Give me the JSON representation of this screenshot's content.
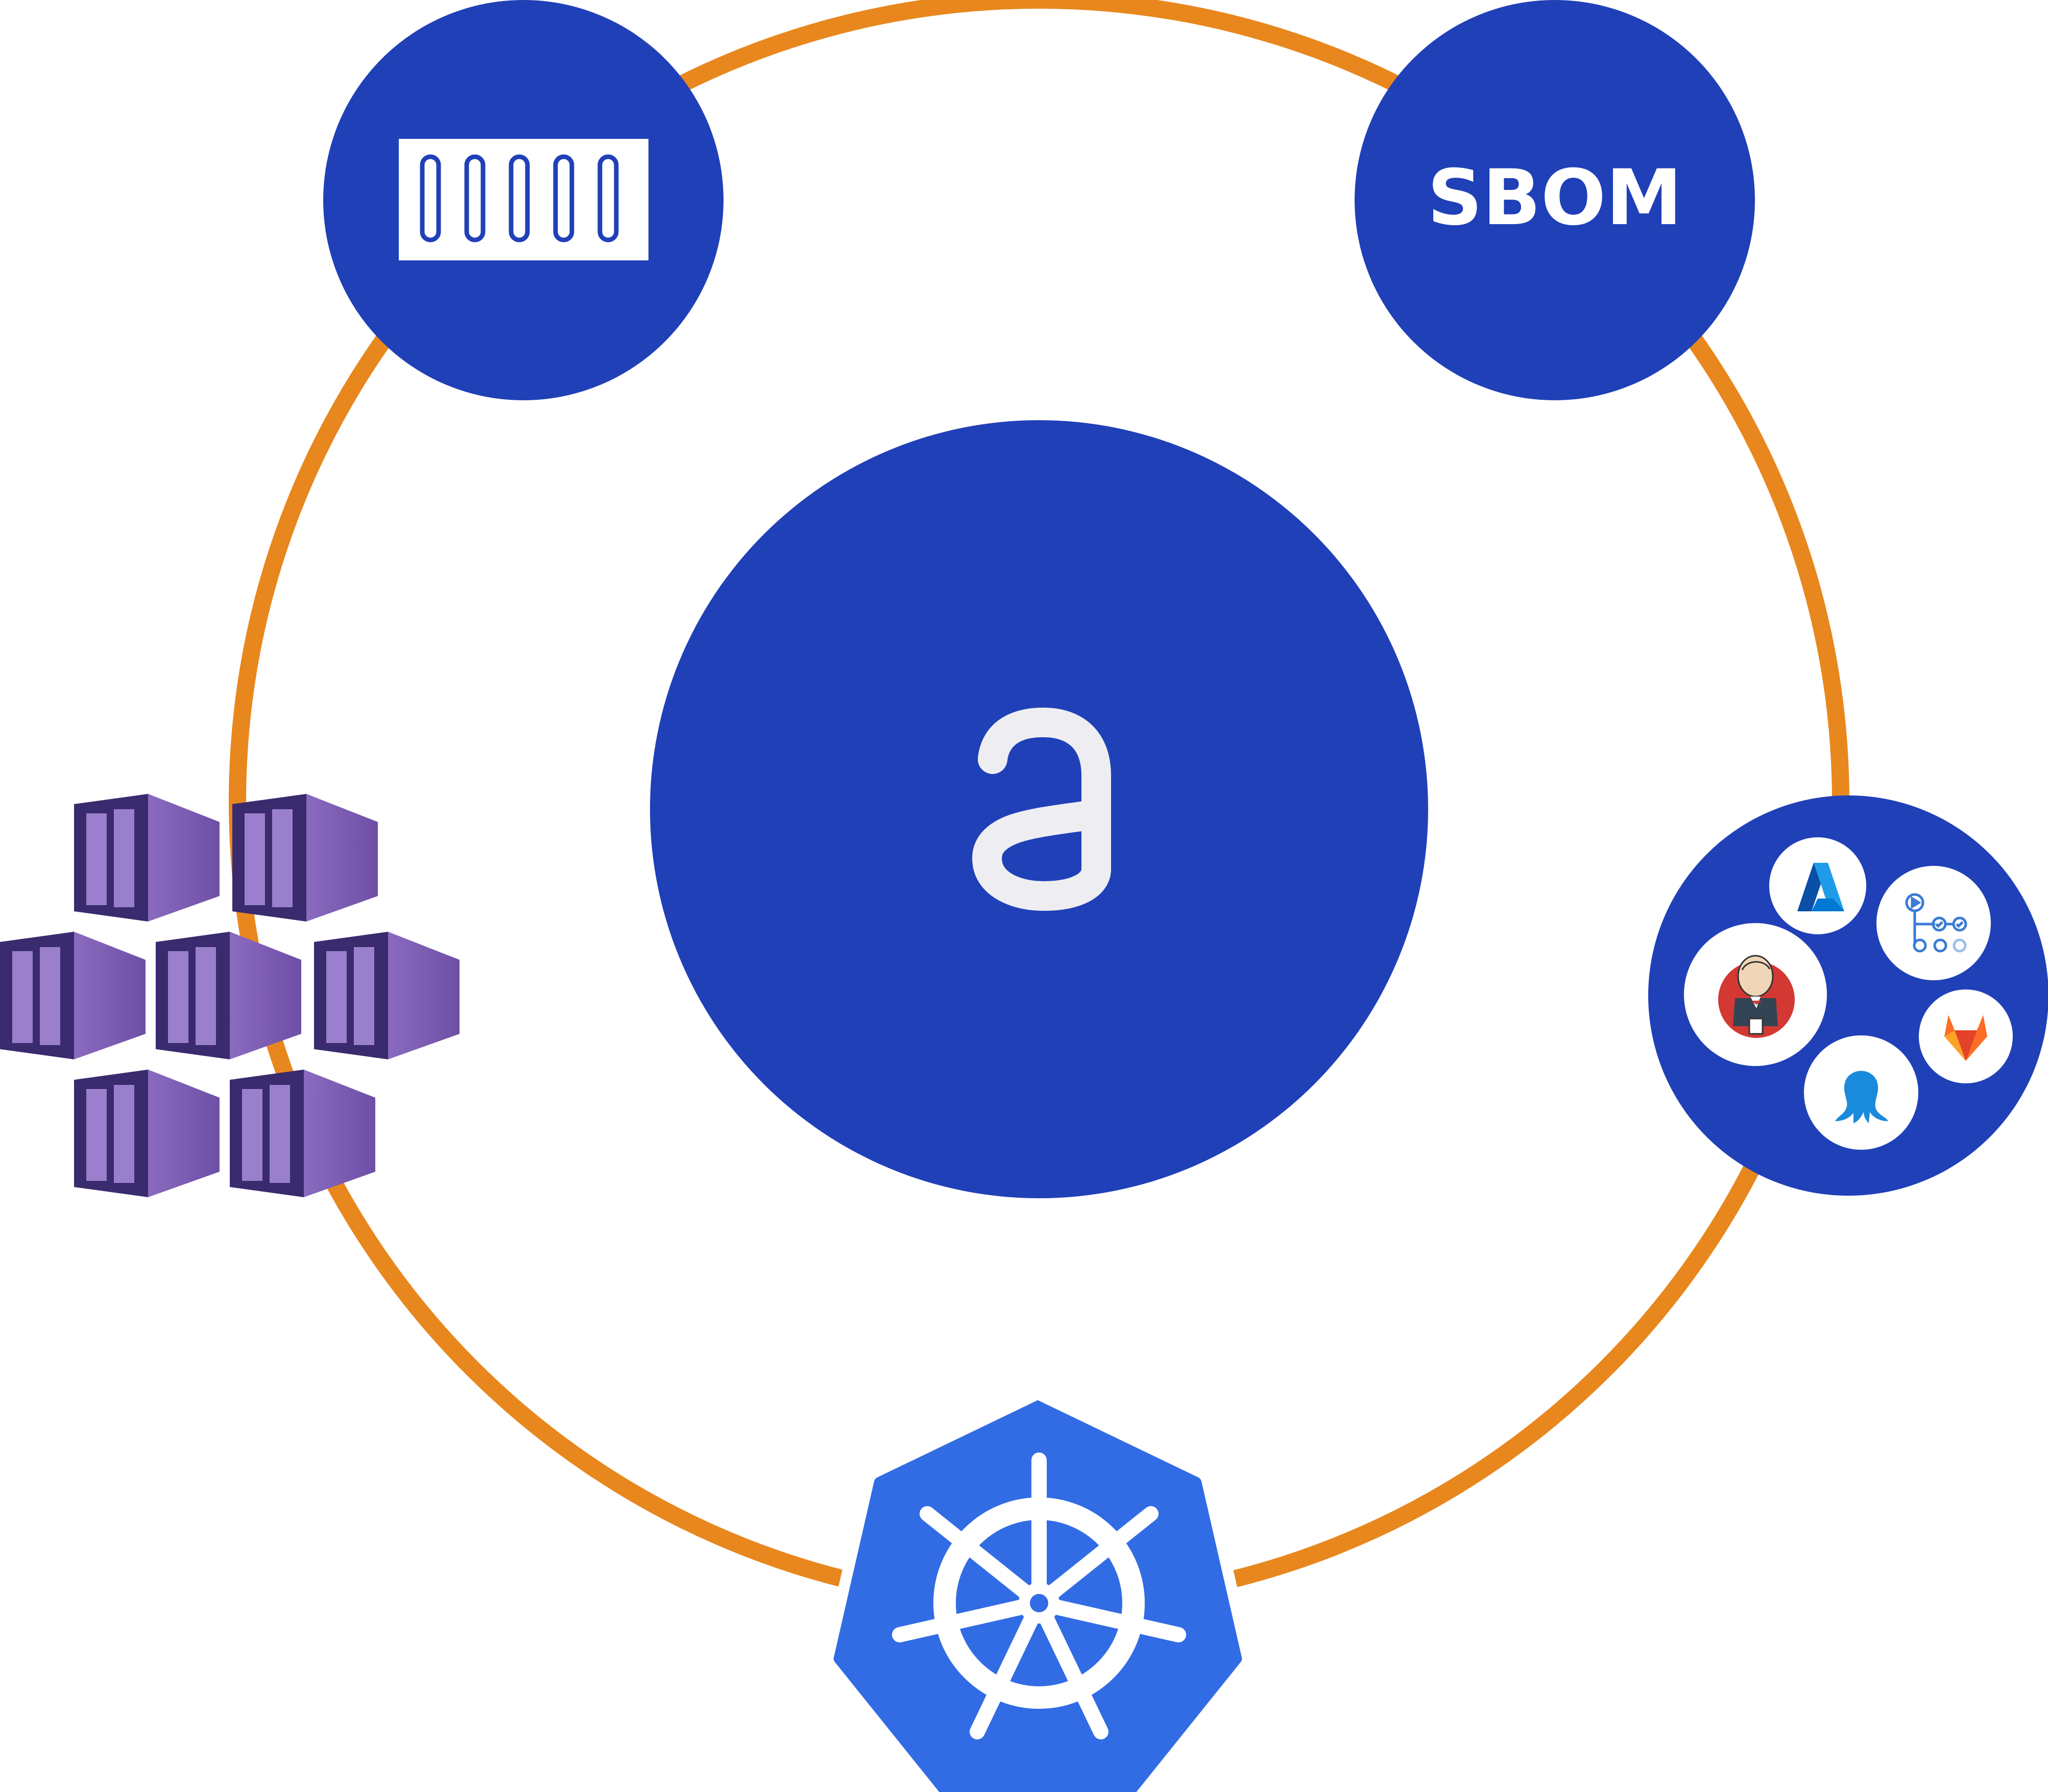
{
  "colors": {
    "ring": "#E8871E",
    "node": "#2040B8",
    "center_mark": "#EEEEF2",
    "kubernetes": "#326CE5",
    "white": "#FFFFFF",
    "container_light": "#8A6BBF",
    "container_dark": "#6E4FA6",
    "container_edge": "#3A2A6E",
    "jenkins_red": "#D33833",
    "jenkins_face": "#F0D6B7",
    "azure_blue": "#0078D4",
    "gitlab_orange": "#FC6D26",
    "gitlab_red": "#E24329",
    "octopus_blue": "#1A8BDB"
  },
  "nodes": {
    "center": {
      "icon": "anchore-a-logo"
    },
    "registry": {
      "icon": "registry-icon"
    },
    "sbom": {
      "label": "SBOM"
    },
    "ci_cd": {
      "icons": [
        "azure-devops-icon",
        "github-actions-icon",
        "jenkins-icon",
        "gitlab-icon",
        "octopus-deploy-icon"
      ]
    },
    "kubernetes": {
      "icon": "kubernetes-helm-icon"
    },
    "containers": {
      "icon": "container-instances-icon",
      "count": 7
    }
  }
}
